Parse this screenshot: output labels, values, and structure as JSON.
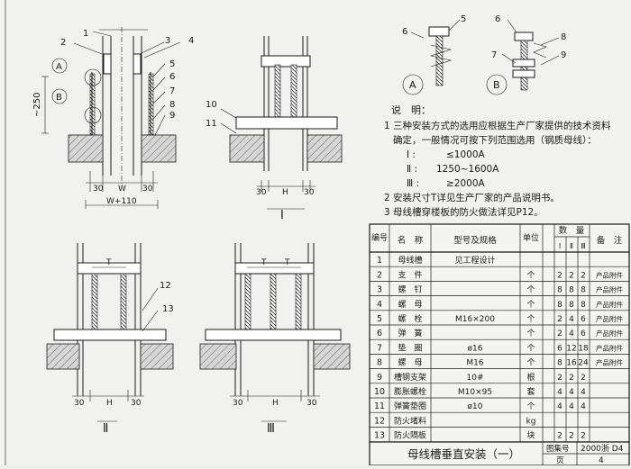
{
  "labels": {
    "n1": "1",
    "n2": "2",
    "n3": "3",
    "n4": "4",
    "n5": "5",
    "n6": "6",
    "n7": "7",
    "n8": "8",
    "n9": "9",
    "n10": "10",
    "n11": "11",
    "n12": "12",
    "n13": "13",
    "A": "A",
    "B": "B",
    "dim250": "~250",
    "W": "W",
    "W110": "W+110",
    "d30": "30",
    "H": "H",
    "view1": "Ⅰ",
    "view2": "Ⅱ",
    "view3": "Ⅲ",
    "detailA": "A",
    "detailB": "B",
    "n5b": "5",
    "n6b": "6",
    "n6c": "6",
    "n7b": "7",
    "n8b": "8",
    "n9b": "9"
  },
  "notes": {
    "title": "说　明：",
    "l1": "1 三种安装方式的选用应根据生产厂家提供的技术资料",
    "l2": "确定，一般情况可按下列范围选用（钢质母线）：",
    "l3a": "Ⅰ  :",
    "l3b": "≤1000A",
    "l4a": "Ⅱ  :",
    "l4b": "1250~1600A",
    "l5a": "Ⅲ  :",
    "l5b": "≥2000A",
    "l6": "2 安装尺寸T详见生产厂家的产品说明书。",
    "l7": "3 母线槽穿楼板的防火做法详见P12。"
  },
  "table": {
    "headers": {
      "no": "编号",
      "name": "名　称",
      "spec": "型号及规格",
      "unit": "单位",
      "qty": "数　量",
      "q1": "Ⅰ",
      "q2": "Ⅱ",
      "q3": "Ⅲ",
      "remark": "备　注"
    },
    "rows": [
      {
        "no": "1",
        "name": "母线槽",
        "spec": "见工程设计",
        "unit": "",
        "q1": "",
        "q2": "",
        "q3": "",
        "remark": ""
      },
      {
        "no": "2",
        "name": "支　件",
        "spec": "",
        "unit": "个",
        "q1": "2",
        "q2": "2",
        "q3": "2",
        "remark": "产品附件"
      },
      {
        "no": "3",
        "name": "螺　钉",
        "spec": "",
        "unit": "个",
        "q1": "8",
        "q2": "8",
        "q3": "8",
        "remark": "产品附件"
      },
      {
        "no": "4",
        "name": "螺　母",
        "spec": "",
        "unit": "个",
        "q1": "8",
        "q2": "8",
        "q3": "8",
        "remark": "产品附件"
      },
      {
        "no": "5",
        "name": "螺　栓",
        "spec": "M16×200",
        "unit": "个",
        "q1": "2",
        "q2": "4",
        "q3": "6",
        "remark": "产品附件"
      },
      {
        "no": "6",
        "name": "弹　簧",
        "spec": "",
        "unit": "个",
        "q1": "2",
        "q2": "4",
        "q3": "6",
        "remark": "产品附件"
      },
      {
        "no": "7",
        "name": "垫　圈",
        "spec": "ø16",
        "unit": "个",
        "q1": "6",
        "q2": "12",
        "q3": "18",
        "remark": "产品附件"
      },
      {
        "no": "8",
        "name": "螺　母",
        "spec": "M16",
        "unit": "个",
        "q1": "8",
        "q2": "16",
        "q3": "24",
        "remark": "产品附件"
      },
      {
        "no": "9",
        "name": "槽钢支架",
        "spec": "10#",
        "unit": "根",
        "q1": "2",
        "q2": "2",
        "q3": "2",
        "remark": ""
      },
      {
        "no": "10",
        "name": "膨胀螺栓",
        "spec": "M10×95",
        "unit": "套",
        "q1": "4",
        "q2": "4",
        "q3": "4",
        "remark": ""
      },
      {
        "no": "11",
        "name": "弹簧垫圈",
        "spec": "ø10",
        "unit": "个",
        "q1": "4",
        "q2": "4",
        "q3": "4",
        "remark": ""
      },
      {
        "no": "12",
        "name": "防火堵料",
        "spec": "",
        "unit": "kg",
        "q1": "",
        "q2": "",
        "q3": "",
        "remark": ""
      },
      {
        "no": "13",
        "name": "防火隔板",
        "spec": "",
        "unit": "块",
        "q1": "2",
        "q2": "2",
        "q3": "2",
        "remark": ""
      }
    ]
  },
  "titleblock": {
    "title": "母线槽垂直安装（一）",
    "atlas_label": "图集号",
    "atlas_value": "2000浙 D4",
    "page_label": "页",
    "page_value": "4"
  }
}
